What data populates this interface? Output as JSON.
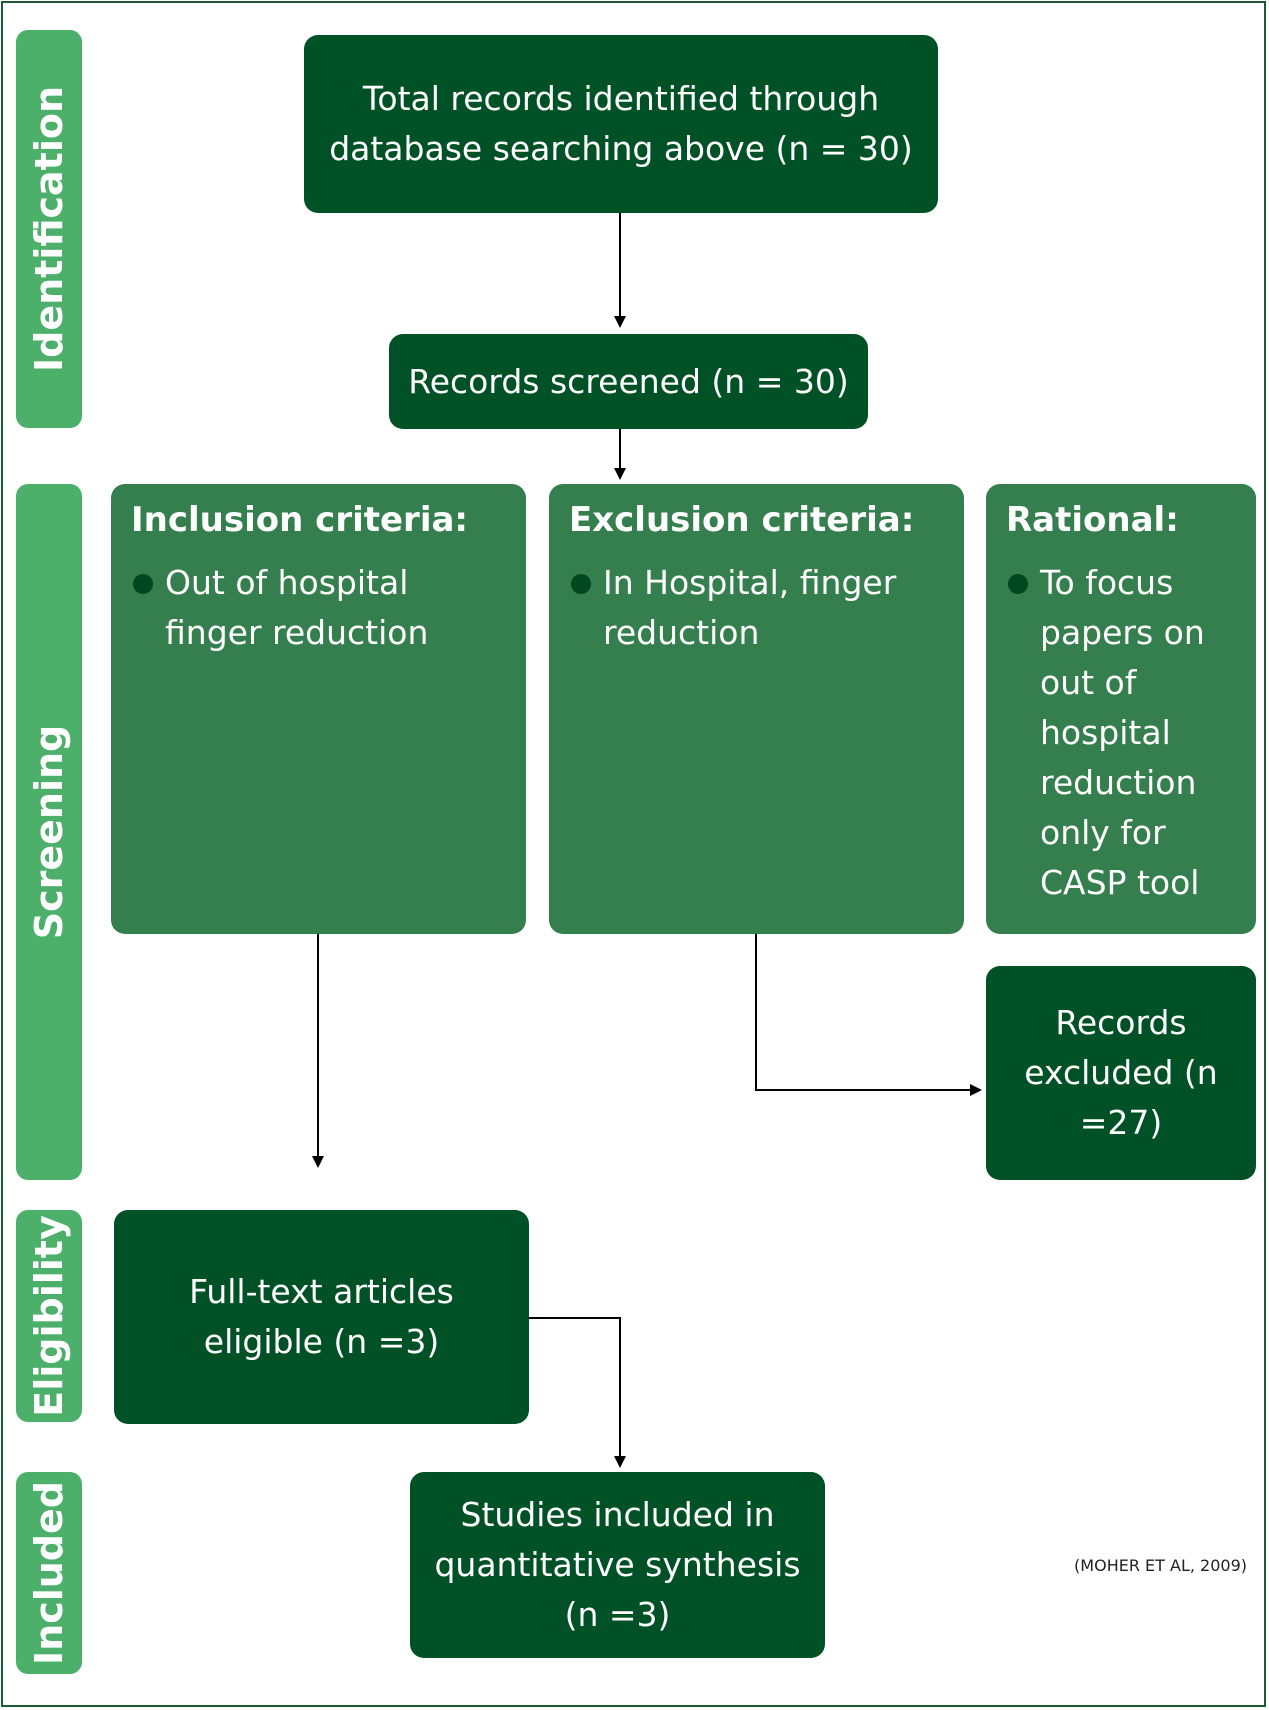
{
  "phases": {
    "identification": "Identification",
    "screening": "Screening",
    "eligibility": "Eligibility",
    "included": "Included"
  },
  "boxes": {
    "total_records": "Total records identified through database searching above (n = 30)",
    "records_screened": "Records screened (n = 30)",
    "inclusion": {
      "title": "Inclusion criteria:",
      "bullet": "Out of hospital finger reduction"
    },
    "exclusion": {
      "title": "Exclusion criteria:",
      "bullet": "In Hospital, finger reduction"
    },
    "rational": {
      "title": "Rational:",
      "bullet": "To focus papers on out of hospital reduction only for CASP tool"
    },
    "records_excluded": "Records excluded (n =27)",
    "full_text": "Full-text articles eligible (n =3)",
    "studies_included": "Studies included in quantitative synthesis (n =3)"
  },
  "citation": "(MOHER ET AL, 2009)",
  "colors": {
    "phase": "#4caf6a",
    "box_dark": "#005226",
    "box_mid": "#357f4e",
    "border": "#1e5b32"
  }
}
